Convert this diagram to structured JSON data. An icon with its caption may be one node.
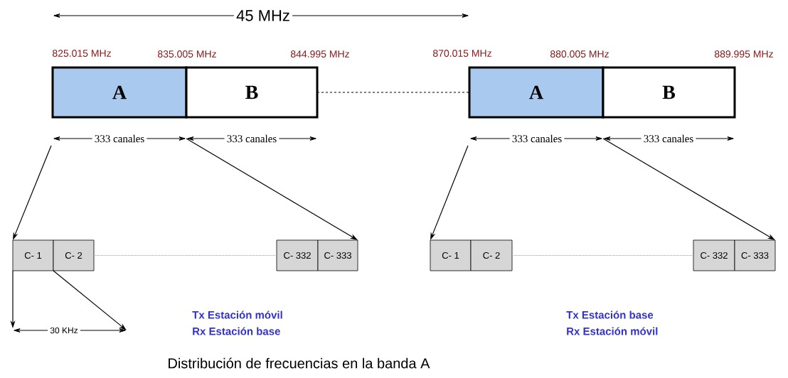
{
  "diagram": {
    "caption": "Distribución de frecuencias en la banda A",
    "nodes": [
      {
        "text": [
          "A"
        ]
      },
      {
        "text": [
          "B"
        ]
      },
      {
        "text": [
          "A"
        ]
      },
      {
        "text": [
          "B"
        ]
      },
      {
        "text": [
          "C- 1"
        ]
      },
      {
        "text": [
          "C- 2"
        ]
      },
      {
        "text": [
          "C- 332"
        ]
      },
      {
        "text": [
          "C- 333"
        ]
      },
      {
        "text": [
          "C- 1"
        ]
      },
      {
        "text": [
          "C- 2"
        ]
      },
      {
        "text": [
          "C- 332"
        ]
      },
      {
        "text": [
          "C- 333"
        ]
      }
    ],
    "edges": [
      {
        "from": 1,
        "to": 2,
        "arrow": "none",
        "style": "dashed"
      },
      {
        "from": 0,
        "to": 4,
        "arrow": "to"
      },
      {
        "from": 1,
        "to": 7,
        "arrow": "to"
      },
      {
        "from": 2,
        "to": 8,
        "arrow": "to"
      },
      {
        "from": 3,
        "to": 11,
        "arrow": "to"
      },
      {
        "from": 5,
        "to": 6,
        "arrow": "none",
        "style": "dashed",
        "color": "#999999"
      },
      {
        "from": 9,
        "to": 10,
        "arrow": "none",
        "style": "dashed",
        "color": "#999999"
      },
      {
        "from": 4,
        "to": null,
        "arrow": "to"
      },
      {
        "from": 4,
        "to": null,
        "arrow": "to"
      }
    ],
    "labels": [
      "45 MHz",
      "825.015 MHz",
      "835.005 MHz",
      "844.995 MHz",
      "870.015 MHz",
      "880.005 MHz",
      "889.995 MHz",
      "333 canales",
      "333 canales",
      "333 canales",
      "333 canales",
      "30 KHz",
      "Tx Estación móvil",
      "Rx Estación base",
      "Tx Estación base",
      "Rx Estación móvil"
    ]
  }
}
